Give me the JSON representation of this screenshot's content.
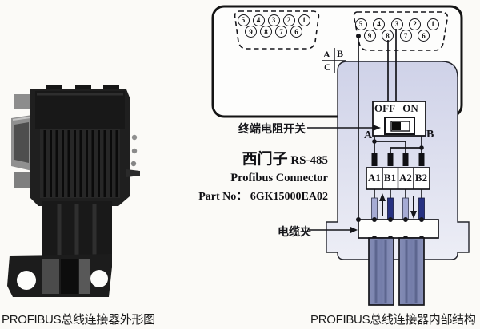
{
  "captions": {
    "left": "PROFIBUS总线连接器外形图",
    "right": "PROFIBUS总线连接器内部结构"
  },
  "connector_diagram": {
    "pin_numbers_top": [
      "5",
      "4",
      "3",
      "2",
      "1"
    ],
    "pin_numbers_bottom": [
      "9",
      "8",
      "7",
      "6"
    ],
    "corner_marker": {
      "a": "A",
      "b": "B",
      "c": "C"
    },
    "switch_positions": {
      "off": "OFF",
      "on": "ON"
    },
    "node_labels": {
      "a": "A",
      "b": "B"
    },
    "terminals": [
      "A1",
      "B1",
      "A2",
      "B2"
    ],
    "labels": {
      "termination_switch": "终端电阻开关",
      "brand": "西门子",
      "standard": "RS-485",
      "product": "Profibus Connector",
      "part_no_label": "Part No：",
      "part_no_value": "6GK15000EA02",
      "cable_clamp": "电缆夹"
    },
    "colors": {
      "board_fill": "#d9dbee",
      "cable_fill": "#7c85af",
      "wire_pale": "#a6abd4",
      "wire_dark": "#273181",
      "line": "#141414"
    }
  }
}
